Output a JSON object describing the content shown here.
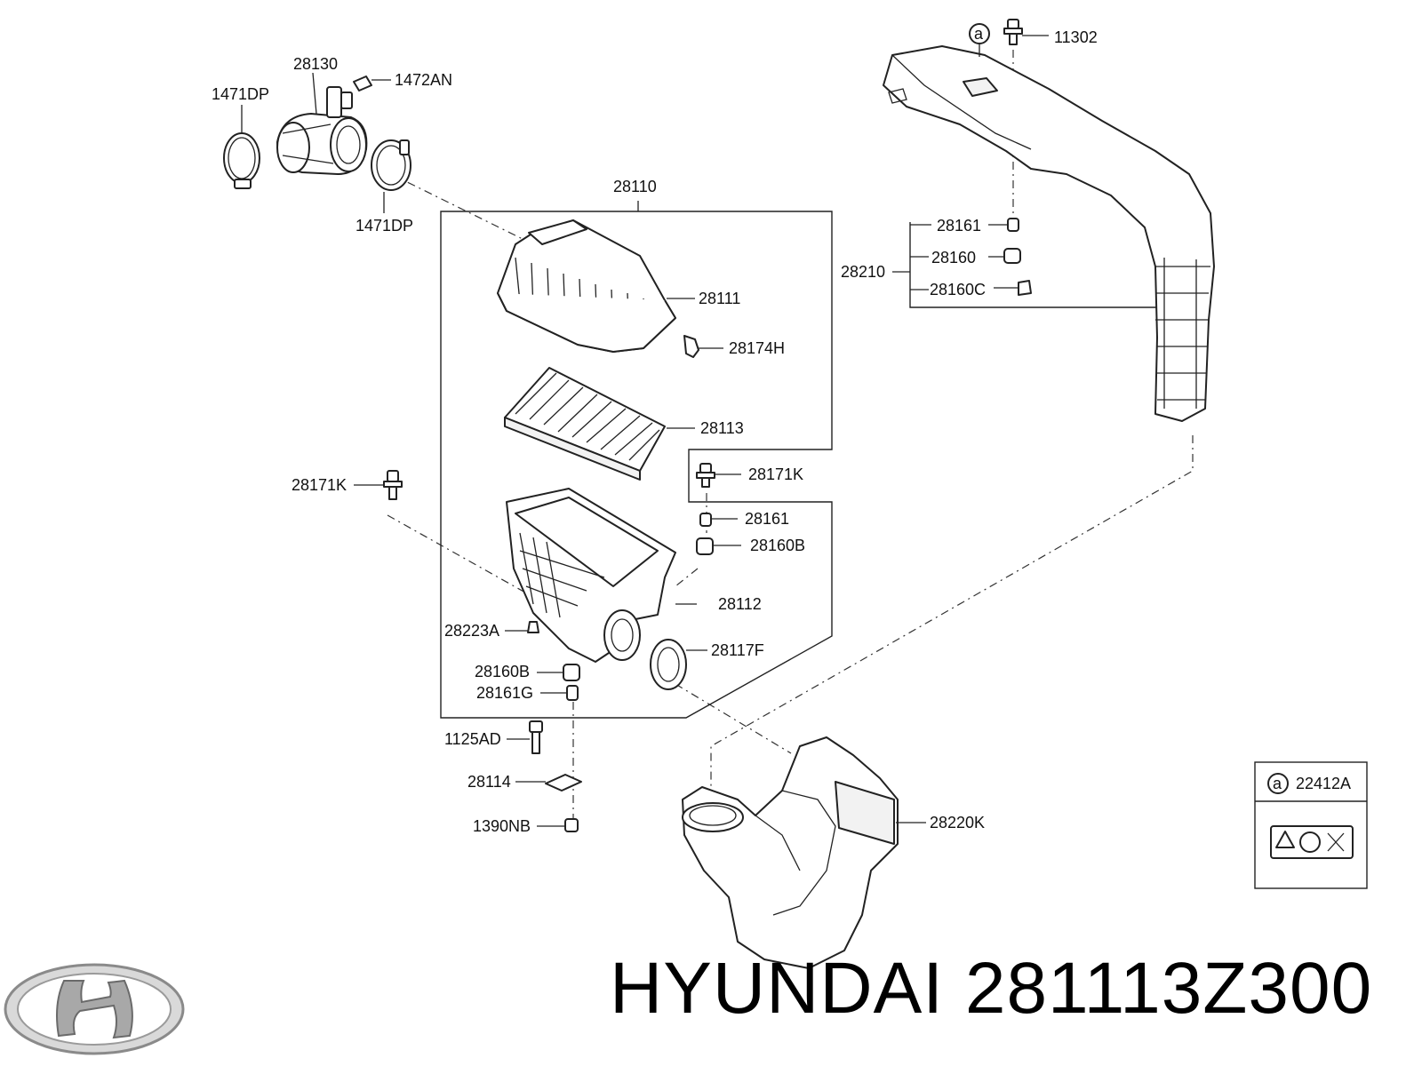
{
  "brand": "HYUNDAI",
  "part_number": "281113Z300",
  "callouts": {
    "c_28130": "28130",
    "c_1471DP_a": "1471DP",
    "c_1472AN": "1472AN",
    "c_1471DP_b": "1471DP",
    "c_28110": "28110",
    "c_28111": "28111",
    "c_28174H": "28174H",
    "c_28113": "28113",
    "c_28171K_a": "28171K",
    "c_28171K_b": "28171K",
    "c_28161_a": "28161",
    "c_28160B_a": "28160B",
    "c_28112": "28112",
    "c_28223A": "28223A",
    "c_28117F": "28117F",
    "c_28160B_b": "28160B",
    "c_28161G": "28161G",
    "c_1125AD": "1125AD",
    "c_28114": "28114",
    "c_1390NB": "1390NB",
    "c_28220K": "28220K",
    "c_11302": "11302",
    "c_28161_b": "28161",
    "c_28160": "28160",
    "c_28210": "28210",
    "c_28160C": "28160C",
    "c_22412A": "22412A",
    "marker_a": "a"
  },
  "icons": {
    "logo": "hyundai-logo",
    "warning_label": "warning-label-icon"
  }
}
